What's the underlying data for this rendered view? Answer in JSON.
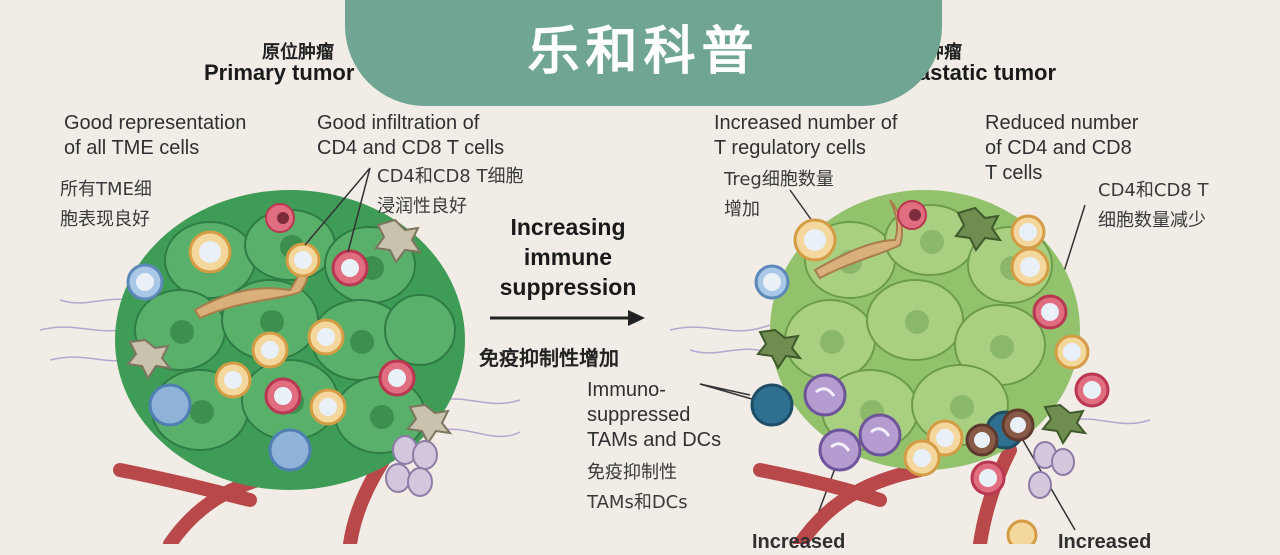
{
  "banner": {
    "text": "乐和科普",
    "color": "#6fa592"
  },
  "left": {
    "title_zh": "原位肿瘤",
    "title_en": "Primary tumor",
    "label1_en": "Good representation\nof all TME cells",
    "label1_zh": "所有TME细\n胞表现良好",
    "label2_en": "Good infiltration of\nCD4 and CD8 T cells",
    "label2_zh": "CD4和CD8 T细胞\n浸润性良好"
  },
  "middle": {
    "heading_en": "Increasing\nimmune\nsuppression",
    "heading_zh": "免疫抑制性增加",
    "immuno_en": "Immuno-\nsuppressed\nTAMs and DCs",
    "immuno_zh": "免疫抑制性\nTAMs和DCs"
  },
  "right": {
    "title_zh": "转移肿瘤",
    "title_en": "Metastatic tumor",
    "treg_en": "Increased number of\nT regulatory cells",
    "treg_zh": "Treg细胞数量\n增加",
    "cd_en": "Reduced number\nof CD4 and CD8\nT cells",
    "cd_zh": "CD4和CD8 T\n细胞数量减少",
    "bottom1": "Increased",
    "bottom2": "Increased"
  },
  "colors": {
    "primary_tumor": "#3f9c57",
    "metastatic_tumor": "#93c26d",
    "t_cell": "#e8b964",
    "cd8": "#c9415a",
    "vessel": "#b8484a"
  }
}
